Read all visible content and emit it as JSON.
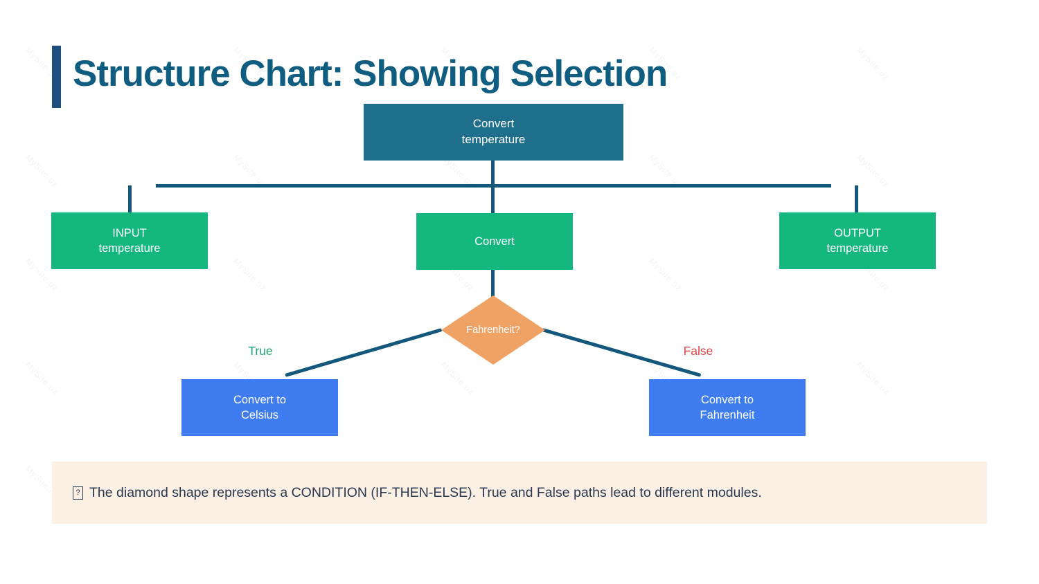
{
  "title": "Structure Chart: Showing Selection",
  "nodes": {
    "root": "Convert\ntemperature",
    "input": "INPUT\ntemperature",
    "convert": "Convert",
    "output": "OUTPUT\ntemperature",
    "condition": "Fahrenheit?",
    "celsius": "Convert to\nCelsius",
    "fahrenheit": "Convert to\nFahrenheit"
  },
  "branch_labels": {
    "true": "True",
    "false": "False"
  },
  "note": {
    "icon_glyph": "?",
    "text": "The diamond shape represents a CONDITION (IF-THEN-ELSE). True and False paths lead to different modules."
  },
  "watermark": {
    "text": "MySite.uz"
  },
  "colors": {
    "title_text": "#0f5e82",
    "accent_bar": "#1d4e7e",
    "root_box": "#1f6e8c",
    "level_box": "#14b87f",
    "condition_diamond": "#f0a164",
    "action_box": "#3e7cf0",
    "true_label": "#1fa56d",
    "false_label": "#e04646",
    "connector": "#13587c",
    "note_bg": "#fcefe3",
    "note_text": "#2a3950"
  }
}
